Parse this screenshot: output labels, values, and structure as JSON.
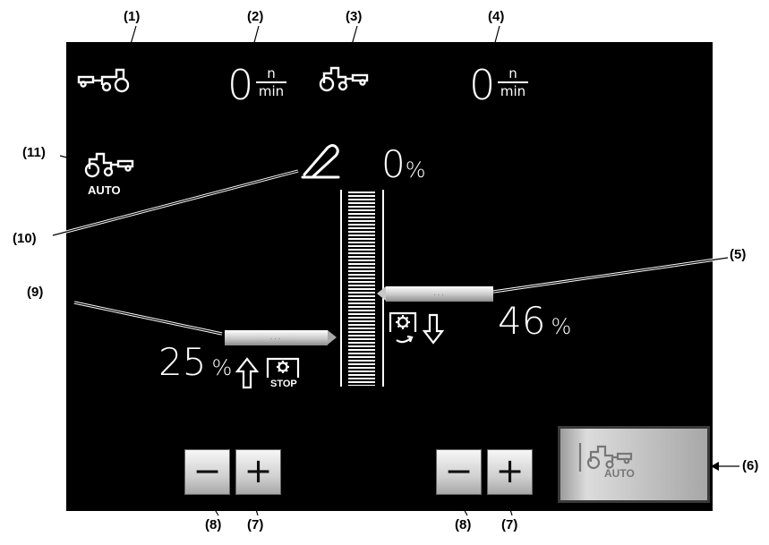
{
  "callouts": {
    "c1": "(1)",
    "c2": "(2)",
    "c3": "(3)",
    "c4": "(4)",
    "c5": "(5)",
    "c6": "(6)",
    "c7a": "(7)",
    "c7b": "(7)",
    "c8a": "(8)",
    "c8b": "(8)",
    "c9": "(9)",
    "c10": "(10)",
    "c11": "(11)"
  },
  "speed_front": {
    "value": "0",
    "unit_top": "n",
    "unit_bottom": "min"
  },
  "speed_rear": {
    "value": "0",
    "unit_top": "n",
    "unit_bottom": "min"
  },
  "auto_mode": {
    "label": "AUTO"
  },
  "hitch_position": {
    "value": "0",
    "unit": "%"
  },
  "upper_limit": {
    "value": "46",
    "unit": "%",
    "dots": "..."
  },
  "lower_limit": {
    "value": "25",
    "unit": "%",
    "dots": "..."
  },
  "stop_icon_label": "STOP",
  "buttons": {
    "left_minus": "−",
    "left_plus": "+",
    "right_minus": "−",
    "right_plus": "+",
    "auto_button_label": "AUTO"
  },
  "icons": {
    "front_pto": "tractor-front-implement-icon",
    "rear_pto": "tractor-rear-implement-icon",
    "auto_pto": "tractor-auto-icon",
    "pedal": "accelerator-pedal-icon",
    "pto_on": "pto-engage-icon",
    "pto_stop": "pto-stop-icon",
    "arrow_up": "arrow-up-icon",
    "arrow_down": "arrow-down-icon"
  },
  "colors": {
    "screen_bg": "#000000",
    "foreground": "#ffffff",
    "button_face": "#d0d0d0"
  }
}
